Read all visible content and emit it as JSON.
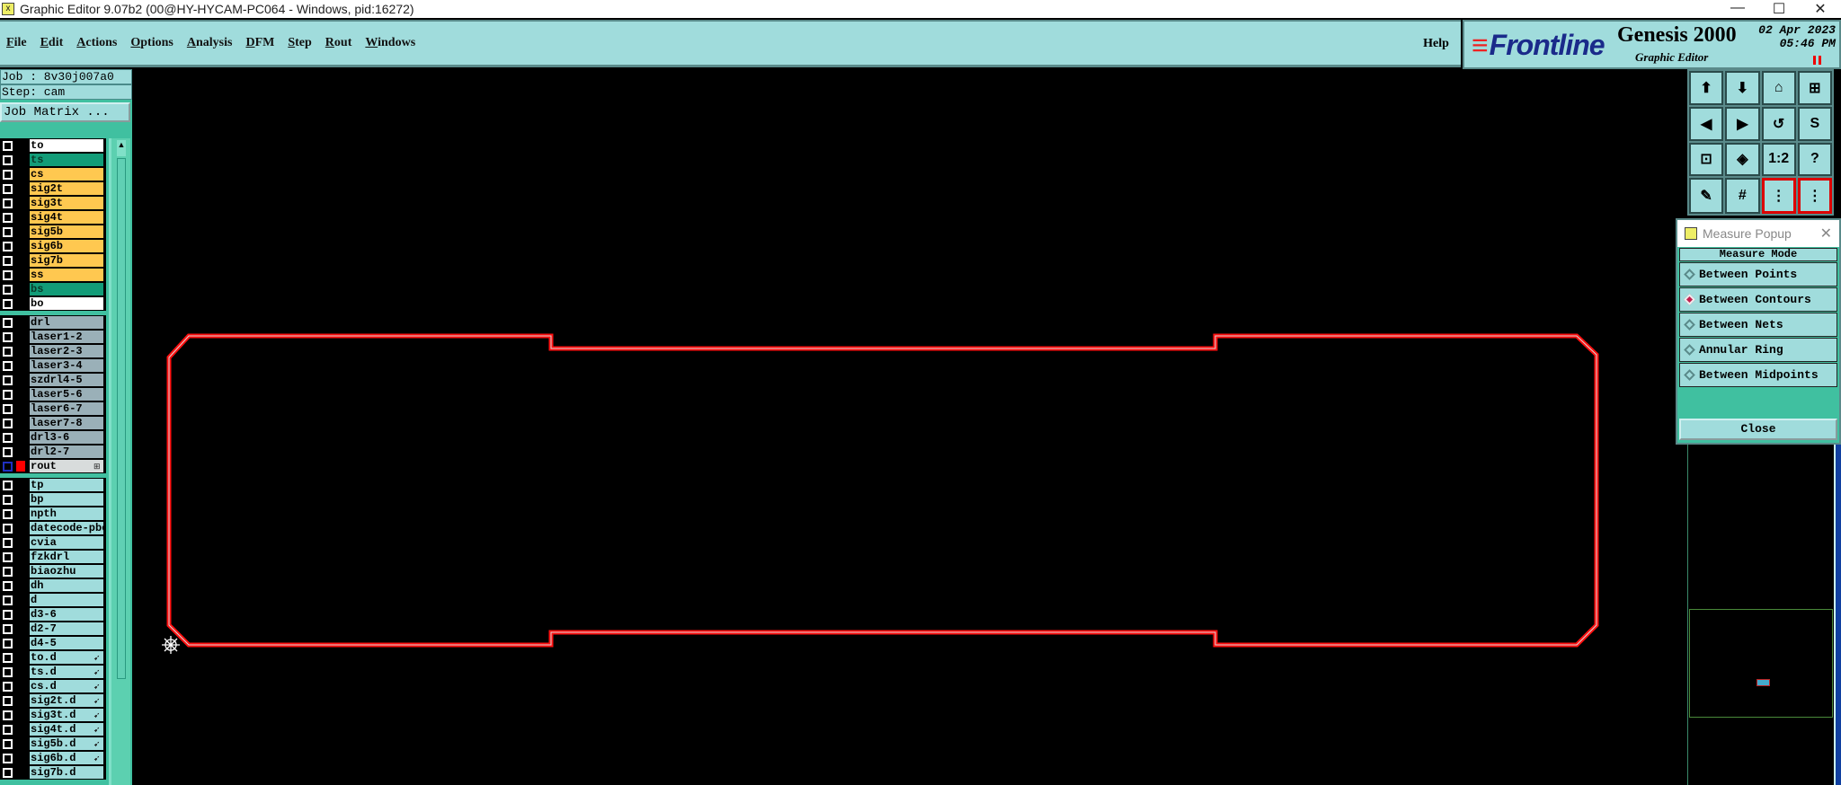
{
  "window": {
    "title": "Graphic Editor 9.07b2 (00@HY-HYCAM-PC064 - Windows, pid:16272)",
    "minimize": "—",
    "maximize": "☐",
    "close": "✕"
  },
  "menu": [
    "File",
    "Edit",
    "Actions",
    "Options",
    "Analysis",
    "DFM",
    "Step",
    "Rout",
    "Windows"
  ],
  "help": "Help",
  "brand": {
    "logo": "Frontline",
    "product": "Genesis 2000",
    "subtitle": "Graphic Editor",
    "date": "02  Apr  2023",
    "time": "05:46  PM"
  },
  "job": {
    "job_label": "Job : 8v30j007a0",
    "step_label": "Step: cam",
    "matrix_button": "Job Matrix ..."
  },
  "colors": {
    "white": "#ffffff",
    "green": "#129c78",
    "orange": "#ffc850",
    "drill": "#9ab0b8",
    "rout": "#d8dcdc",
    "misc": "#a0dcdc",
    "outline": "#ff1010"
  },
  "layer_groups": [
    [
      {
        "name": "to",
        "color": "white"
      },
      {
        "name": "ts",
        "color": "green"
      },
      {
        "name": "cs",
        "color": "orange"
      },
      {
        "name": "sig2t",
        "color": "orange"
      },
      {
        "name": "sig3t",
        "color": "orange"
      },
      {
        "name": "sig4t",
        "color": "orange"
      },
      {
        "name": "sig5b",
        "color": "orange"
      },
      {
        "name": "sig6b",
        "color": "orange"
      },
      {
        "name": "sig7b",
        "color": "orange"
      },
      {
        "name": "ss",
        "color": "orange"
      },
      {
        "name": "bs",
        "color": "green"
      },
      {
        "name": "bo",
        "color": "white"
      }
    ],
    [
      {
        "name": "drl",
        "color": "drill"
      },
      {
        "name": "laser1-2",
        "color": "drill"
      },
      {
        "name": "laser2-3",
        "color": "drill"
      },
      {
        "name": "laser3-4",
        "color": "drill"
      },
      {
        "name": "szdrl4-5",
        "color": "drill"
      },
      {
        "name": "laser5-6",
        "color": "drill"
      },
      {
        "name": "laser6-7",
        "color": "drill"
      },
      {
        "name": "laser7-8",
        "color": "drill"
      },
      {
        "name": "drl3-6",
        "color": "drill"
      },
      {
        "name": "drl2-7",
        "color": "drill"
      },
      {
        "name": "rout",
        "color": "rout",
        "active": true
      }
    ],
    [
      {
        "name": "tp",
        "color": "misc"
      },
      {
        "name": "bp",
        "color": "misc"
      },
      {
        "name": "npth",
        "color": "misc"
      },
      {
        "name": "datecode-pbe",
        "color": "misc"
      },
      {
        "name": "cvia",
        "color": "misc"
      },
      {
        "name": "fzkdrl",
        "color": "misc"
      },
      {
        "name": "biaozhu",
        "color": "misc"
      },
      {
        "name": "dh",
        "color": "misc"
      },
      {
        "name": "d",
        "color": "misc"
      },
      {
        "name": "d3-6",
        "color": "misc"
      },
      {
        "name": "d2-7",
        "color": "misc"
      },
      {
        "name": "d4-5",
        "color": "misc"
      },
      {
        "name": "to.d",
        "color": "misc",
        "mark": true
      },
      {
        "name": "ts.d",
        "color": "misc",
        "mark": true
      },
      {
        "name": "cs.d",
        "color": "misc",
        "mark": true
      },
      {
        "name": "sig2t.d",
        "color": "misc",
        "mark": true
      },
      {
        "name": "sig3t.d",
        "color": "misc",
        "mark": true
      },
      {
        "name": "sig4t.d",
        "color": "misc",
        "mark": true
      },
      {
        "name": "sig5b.d",
        "color": "misc",
        "mark": true
      },
      {
        "name": "sig6b.d",
        "color": "misc",
        "mark": true
      },
      {
        "name": "sig7b.d",
        "color": "misc"
      }
    ]
  ],
  "toolbar": [
    {
      "icon": "move-up-icon",
      "glyph": "⬆"
    },
    {
      "icon": "move-down-icon",
      "glyph": "⬇"
    },
    {
      "icon": "home-icon",
      "glyph": "⌂"
    },
    {
      "icon": "xy-grid-icon",
      "glyph": "⊞"
    },
    {
      "icon": "pan-left-icon",
      "glyph": "◀"
    },
    {
      "icon": "pan-right-icon",
      "glyph": "▶"
    },
    {
      "icon": "undo-zoom-icon",
      "glyph": "↺"
    },
    {
      "icon": "snap-icon",
      "glyph": "S"
    },
    {
      "icon": "zoom-fit-icon",
      "glyph": "⊡"
    },
    {
      "icon": "zoom-center-icon",
      "glyph": "◈"
    },
    {
      "icon": "scale-icon",
      "glyph": "1:2"
    },
    {
      "icon": "help-icon",
      "glyph": "?"
    },
    {
      "icon": "tools-palette-icon",
      "glyph": "✎"
    },
    {
      "icon": "grid-icon",
      "glyph": "#"
    },
    {
      "icon": "netlist-icon",
      "glyph": "⋮",
      "red": true
    },
    {
      "icon": "netlist-alt-icon",
      "glyph": "⋮",
      "red": true
    }
  ],
  "measure": {
    "title": "Measure Popup",
    "close_x": "✕",
    "mode_label": "Measure Mode",
    "options": [
      "Between Points",
      "Between Contours",
      "Between Nets",
      "Annular Ring",
      "Between Midpoints"
    ],
    "selected": 1,
    "close_button": "Close"
  }
}
